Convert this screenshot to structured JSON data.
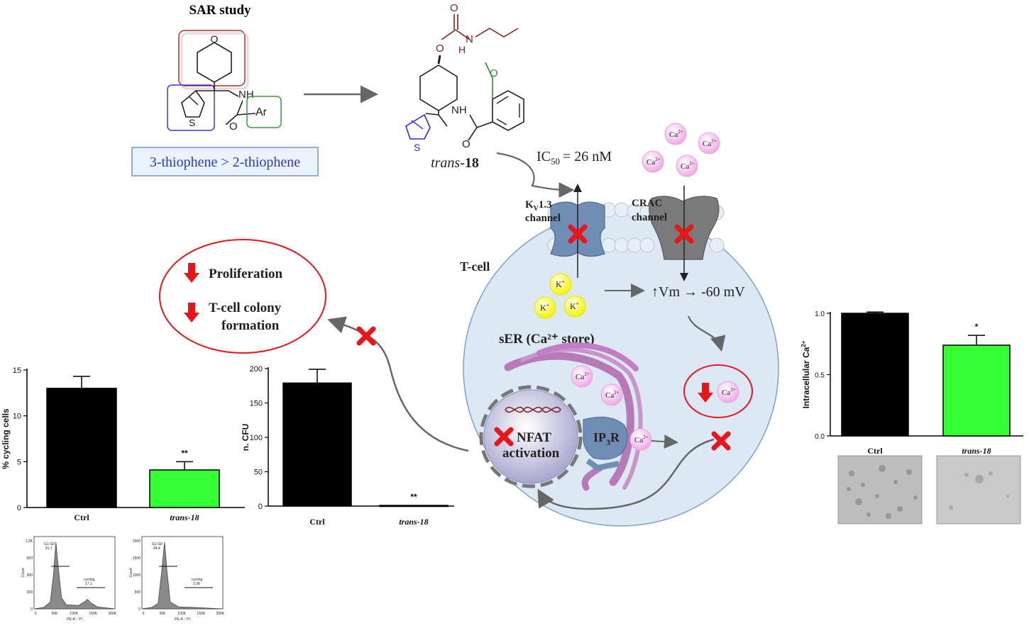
{
  "sar": {
    "title": "SAR study",
    "thiophene_rule": "3-thiophene > 2-thiophene",
    "amide_nh": "NH",
    "amide_o": "O",
    "aryl": "Ar",
    "sulfur": "S",
    "pyran_o": "O"
  },
  "compound": {
    "name_prefix": "trans-",
    "name_number": "18",
    "carbamate_nh": "N",
    "carbamate_h": "H",
    "atom_o": "O",
    "amide_nh": "NH",
    "sulfur": "S",
    "ic50_label": "IC",
    "ic50_sub": "50",
    "ic50_value": "= 26 nM"
  },
  "membrane": {
    "kv_label_k": "K",
    "kv_label_sub": "V",
    "kv_label_rest": "1.3",
    "kv_channel": "channel",
    "crac_label": "CRAC",
    "crac_channel": "channel",
    "ca_label": "Ca",
    "ca_sup": "2+",
    "k_label": "K",
    "k_sup": "+"
  },
  "cell": {
    "tcell": "T-cell",
    "vm_text": "↑Vm → -60 mV",
    "ser_label": "sER (Ca²⁺ store)",
    "nfat_line1": "NFAT",
    "nfat_line2": "activation",
    "ip3r_a": "IP",
    "ip3r_sub": "3",
    "ip3r_b": "R"
  },
  "outcome": {
    "proliferation": "Proliferation",
    "colony_line1": "T-cell colony",
    "colony_line2": "formation"
  },
  "colors": {
    "red_x": "#e8161b",
    "cell_fill": "#dce8f4",
    "kv_channel": "#6f8db5",
    "crac_channel": "#7a7a7a",
    "green_bar": "#33ff33",
    "black_bar": "#000000",
    "er_purple": "#b77ab9",
    "ca_pink": "#f6c6ef",
    "k_yellow": "#fbff5c"
  },
  "chart_data": [
    {
      "type": "bar",
      "name": "cycling",
      "categories": [
        "Ctrl",
        "trans-18"
      ],
      "values": [
        13.0,
        4.1
      ],
      "errors": [
        1.3,
        0.9
      ],
      "significance": [
        "",
        "**"
      ],
      "ylabel": "% cycling cells",
      "yticks": [
        0,
        5,
        10,
        15
      ],
      "ylim": [
        0,
        15
      ]
    },
    {
      "type": "bar",
      "name": "cfu",
      "categories": [
        "Ctrl",
        "trans-18"
      ],
      "values": [
        179,
        1
      ],
      "errors": [
        20,
        0
      ],
      "significance": [
        "",
        "**"
      ],
      "ylabel": "n. CFU",
      "yticks": [
        0,
        50,
        100,
        150,
        200
      ],
      "ylim": [
        0,
        200
      ]
    },
    {
      "type": "bar",
      "name": "calcium",
      "categories": [
        "Ctrl",
        "trans-18"
      ],
      "values": [
        1.0,
        0.74
      ],
      "errors": [
        0.01,
        0.08
      ],
      "significance": [
        "",
        "*"
      ],
      "ylabel": "Intracellular Ca",
      "ylabel_sup": "2+",
      "yticks": [
        "0.0",
        "0.5",
        "1.0"
      ],
      "ylim": [
        0,
        1.0
      ]
    }
  ],
  "histograms": [
    {
      "gate1_label": "G1-G0",
      "gate1_value": "81,7",
      "gate2_label": "cycling",
      "gate2_value": "17,1",
      "yticks": [
        "0",
        "300",
        "600",
        "900",
        "1,2K"
      ],
      "ylabel": "Count",
      "xticks": [
        "0",
        "50K",
        "100K",
        "150K",
        "200K"
      ],
      "xlabel": "PE-A :: PI"
    },
    {
      "gate1_label": "G1-G0",
      "gate1_value": "94,4",
      "gate2_label": "cycling",
      "gate2_value": "3,38",
      "yticks": [
        "0",
        "500",
        "1000",
        "1500",
        "2000"
      ],
      "ylabel": "Count",
      "xticks": [
        "0",
        "50K",
        "100K",
        "150K",
        "200K"
      ],
      "xlabel": "PE-A :: PI"
    }
  ]
}
